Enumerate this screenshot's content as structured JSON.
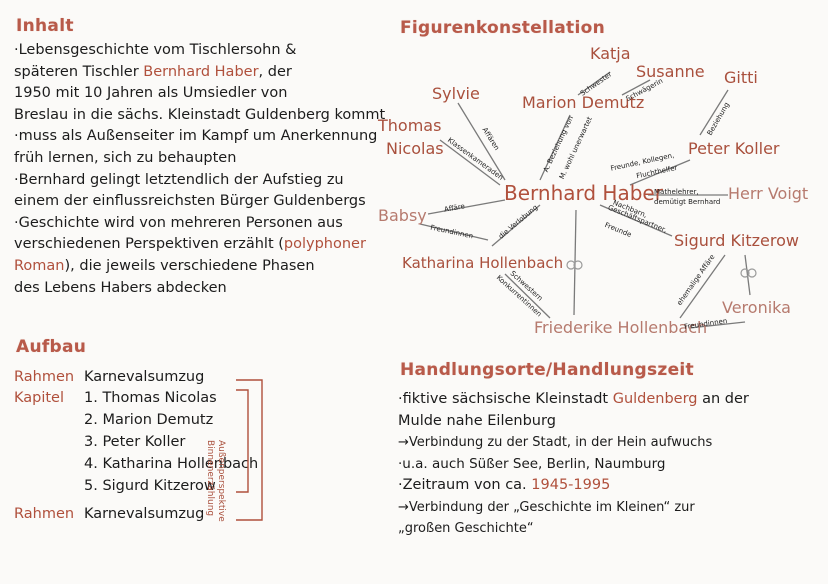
{
  "inhalt": {
    "heading": "Inhalt",
    "lines": [
      "·Lebensgeschichte vom Tischlersohn &",
      "späteren Tischler ",
      "1950 mit 10 Jahren als Umsiedler von",
      "Breslau in die sächs. Kleinstadt Guldenberg kommt",
      "·muss als Außenseiter im Kampf um Anerkennung",
      "früh lernen, sich zu behaupten",
      "·Bernhard gelingt letztendlich der Aufstieg zu",
      "einem der einflussreichsten Bürger Guldenbergs",
      "·Geschichte wird von mehreren Personen aus",
      "verschiedenen Perspektiven erzählt (",
      "), die jeweils verschiedene Phasen",
      "des Lebens Habers abdecken"
    ],
    "name_highlight": "Bernhard Haber",
    "after_name": ", der",
    "polyphoner": "polyphoner",
    "roman": "Roman"
  },
  "aufbau": {
    "heading": "Aufbau",
    "rahmen_label": "Rahmen",
    "kapitel_label": "Kapitel",
    "rahmen_text": "Karnevalsumzug",
    "chapters": [
      "1. Thomas Nicolas",
      "2. Marion Demutz",
      "3. Peter Koller",
      "4. Katharina Hollenbach",
      "5. Sigurd Kitzerow"
    ],
    "vertical_1": "Außenperspektive",
    "vertical_2": "Binnenerzählung"
  },
  "figuren": {
    "heading": "Figurenkonstellation",
    "center": "Bernhard Haber",
    "names": {
      "katja": "Katja",
      "susanne": "Susanne",
      "gitti": "Gitti",
      "sylvie": "Sylvie",
      "marion": "Marion Demutz",
      "thomas": "Thomas",
      "nicolas": "Nicolas",
      "peter": "Peter Koller",
      "herr_voigt": "Herr Voigt",
      "babsy": "Babsy",
      "sigurd": "Sigurd Kitzerow",
      "katharina": "Katharina Hollenbach",
      "veronika": "Veronika",
      "friederike": "Friederike Hollenbach"
    },
    "labels": {
      "schwester": "Schwester",
      "schwaegerin": "Schwägerin",
      "beziehung": "Beziehung",
      "affaeren": "Affären",
      "klassenkameraden": "Klassenkameraden",
      "a_beziehung": "A. Beziehung von",
      "m_wohl_unerwartet": "M. wohl unerwartet",
      "freunde": "Freunde, Kollegen,",
      "fluchthelfer": "Fluchthelfer",
      "mathelehrer": "Mathelehrer,",
      "demuetigt": "demütigt Bernhard",
      "nachbarn": "Nachbarn,",
      "geschaeftspartner": "Geschäftspartner,",
      "freunde2": "Freunde",
      "affaere": "Affäre",
      "freundinnen": "Freundinnen",
      "verlobung": "die Verlobung",
      "schwestern": "Schwestern",
      "konkurrentinnen": "Konkurrentinnen",
      "ehemalige_affaere": "ehemalige Affäre",
      "freundinnen2": "Freundinnen"
    }
  },
  "handlung": {
    "heading": "Handlungsorte/Handlungszeit",
    "line1_pre": "·fiktive sächsische Kleinstadt ",
    "guldenberg": "Guldenberg",
    "line1_post": " an der",
    "line2": "Mulde nahe Eilenburg",
    "line3": "→Verbindung zu der Stadt, in der Hein aufwuchs",
    "line4": "·u.a. auch Süßer See, Berlin, Naumburg",
    "line5_pre": "·Zeitraum von ca. ",
    "years": "1945-1995",
    "line6": "→Verbindung der „Geschichte im Kleinen“ zur",
    "line7": "„großen Geschichte“"
  }
}
